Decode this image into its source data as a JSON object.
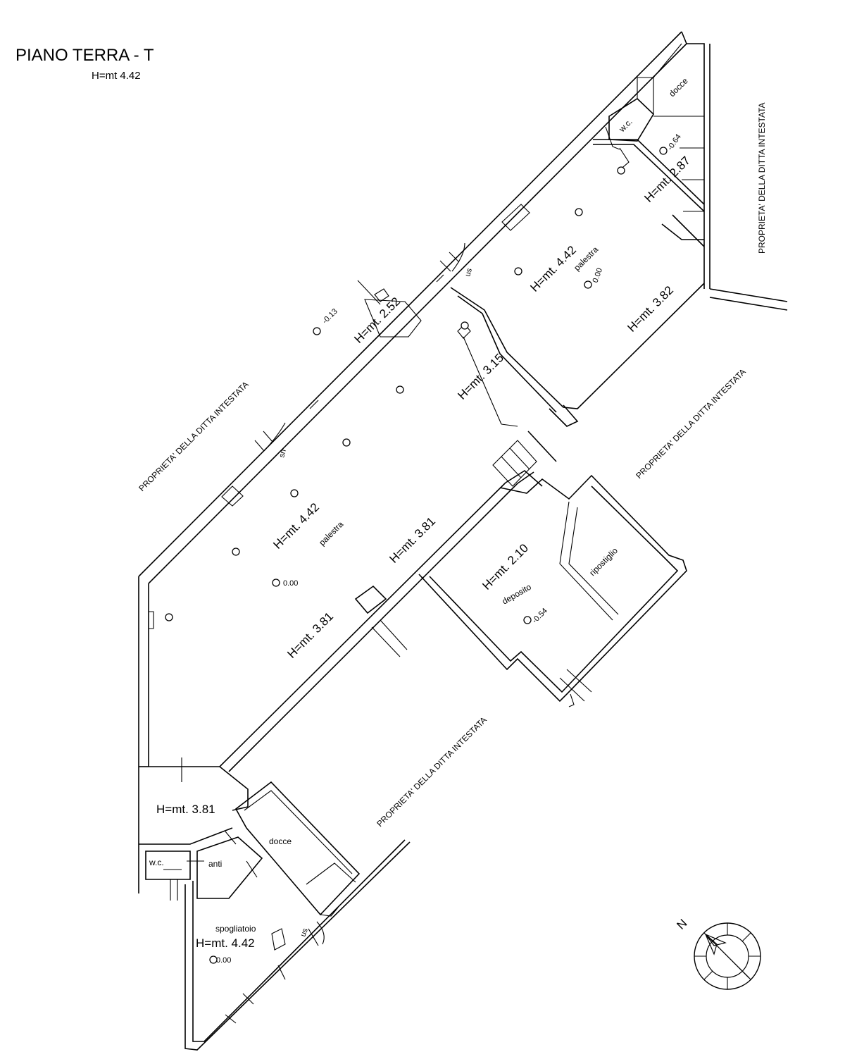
{
  "header": {
    "title": "PIANO TERRA - T",
    "height": "H=mt 4.42"
  },
  "heights": {
    "palestra_main": "H=mt. 4.42",
    "palestra_upper": "H=mt. 4.42",
    "corridor_1": "H=mt. 3.81",
    "corridor_2": "H=mt. 3.81",
    "corridor_upper": "H=mt. 3.82",
    "passage": "H=mt. 3.15",
    "entrance": "H=mt. 2.52",
    "deposito": "H=mt. 2.10",
    "bagni_upper": "H=mt. 2.87",
    "lower_room": "H=mt. 3.81",
    "spogliatoio": "H=mt. 4.42"
  },
  "rooms": {
    "palestra_main": "palestra",
    "palestra_upper": "palestra",
    "deposito": "deposito",
    "ripostiglio": "ripostiglio",
    "docce_lower": "docce",
    "docce_upper": "docce",
    "wc_lower": "w.c.",
    "wc_upper": "w.c.",
    "anti": "anti",
    "spogliatoio": "spogliatoio"
  },
  "levels": {
    "palestra_main": "0.00",
    "palestra_upper": "0.00",
    "outside": "-0.13",
    "deposito": "-0.54",
    "bagni_upper": "-0.64",
    "spogliatoio": "0.00"
  },
  "doors": {
    "us_upper": "us",
    "us_lower": "us",
    "sn": "sn"
  },
  "property": {
    "left": "PROPRIETA' DELLA DITTA INTESTATA",
    "right_mid": "PROPRIETA' DELLA DITTA INTESTATA",
    "right_top": "PROPRIETA' DELLA DITTA INTESTATA",
    "bottom": "PROPRIETA' DELLA DITTA INTESTATA"
  },
  "compass": {
    "north_label": "N"
  },
  "colors": {
    "line": "#000000",
    "background": "#ffffff"
  }
}
